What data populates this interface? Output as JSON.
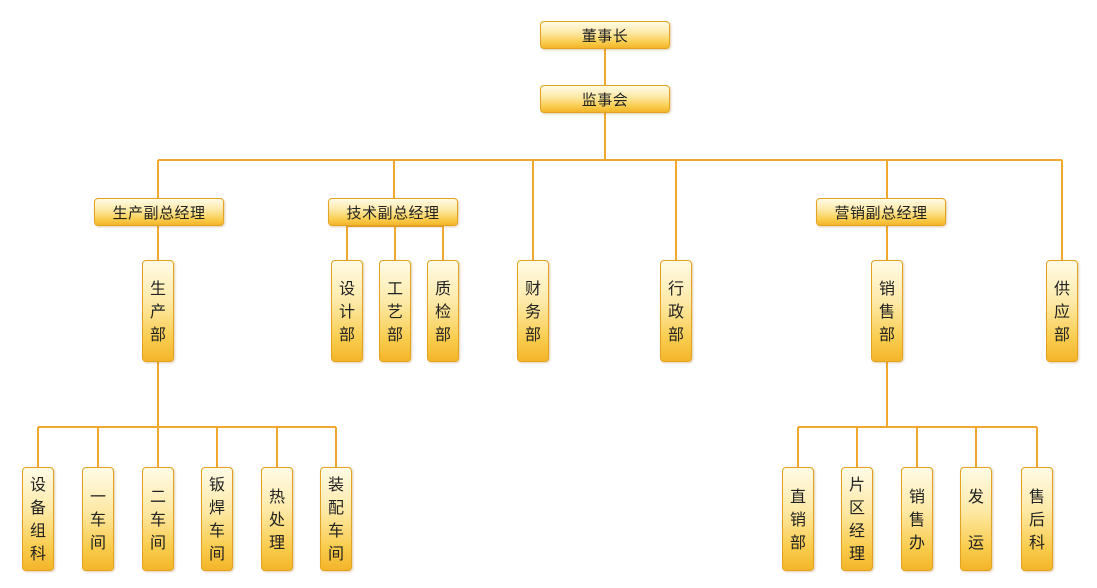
{
  "colors": {
    "line": "#f0a830",
    "box_border": "#e3a320",
    "box_fill_top": "#fffbe6",
    "box_fill_bottom": "#f3b52a",
    "text": "#222222"
  },
  "nodes": {
    "chairman": "董事长",
    "supervisory_board": "监事会",
    "vp_production": "生产副总经理",
    "vp_technology": "技术副总经理",
    "vp_marketing": "营销副总经理",
    "production_dept": "生产部",
    "design_dept": "设计部",
    "process_dept": "工艺部",
    "quality_dept": "质检部",
    "finance_dept": "财务部",
    "admin_dept": "行政部",
    "sales_dept": "销售部",
    "supply_dept": "供应部",
    "equipment_team": "设备组科",
    "workshop_1": "一车间",
    "workshop_2": "二车间",
    "welding_workshop": "钣焊车间",
    "heat_treatment": "热处理",
    "assembly_workshop": "装配车间",
    "direct_sales": "直销部",
    "regional_manager": "片区经理",
    "sales_office": "销售办",
    "shipping": "发\n\n运",
    "after_sales": "售后科"
  }
}
